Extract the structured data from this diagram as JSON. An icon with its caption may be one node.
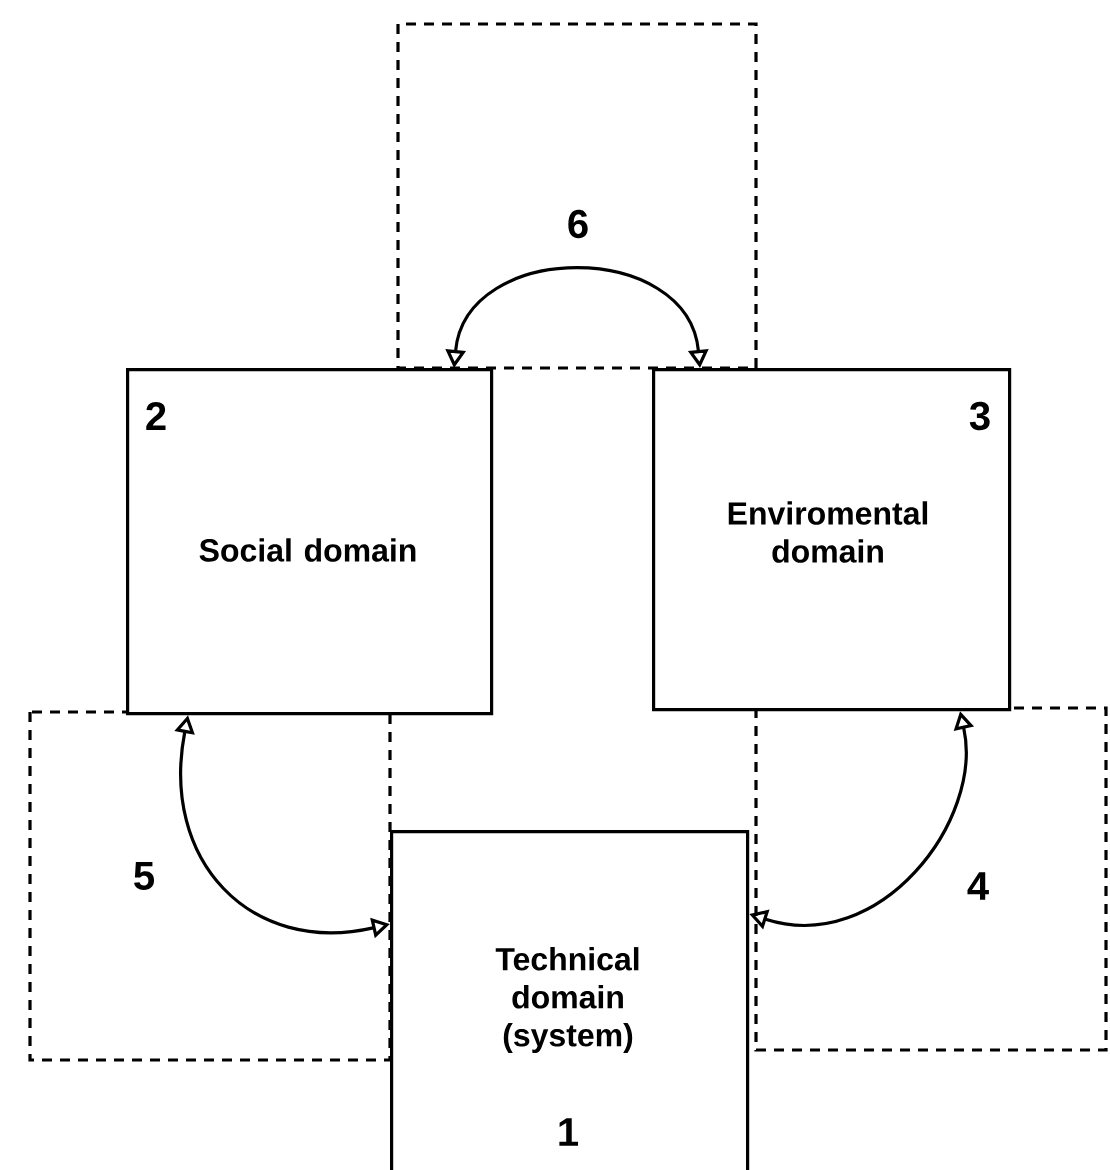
{
  "diagram": {
    "nodes": [
      {
        "text": [
          "2",
          "Social domain"
        ]
      },
      {
        "text": [
          "3",
          "Enviromental domain"
        ]
      },
      {
        "text": [
          "Technical domain (system)",
          "1"
        ]
      }
    ],
    "edges": [
      {
        "from": 0,
        "to": 1,
        "arrow": "both",
        "label": "6"
      },
      {
        "from": 0,
        "to": 2,
        "arrow": "both",
        "label": "5"
      },
      {
        "from": 1,
        "to": 2,
        "arrow": "both",
        "label": "4"
      }
    ]
  }
}
